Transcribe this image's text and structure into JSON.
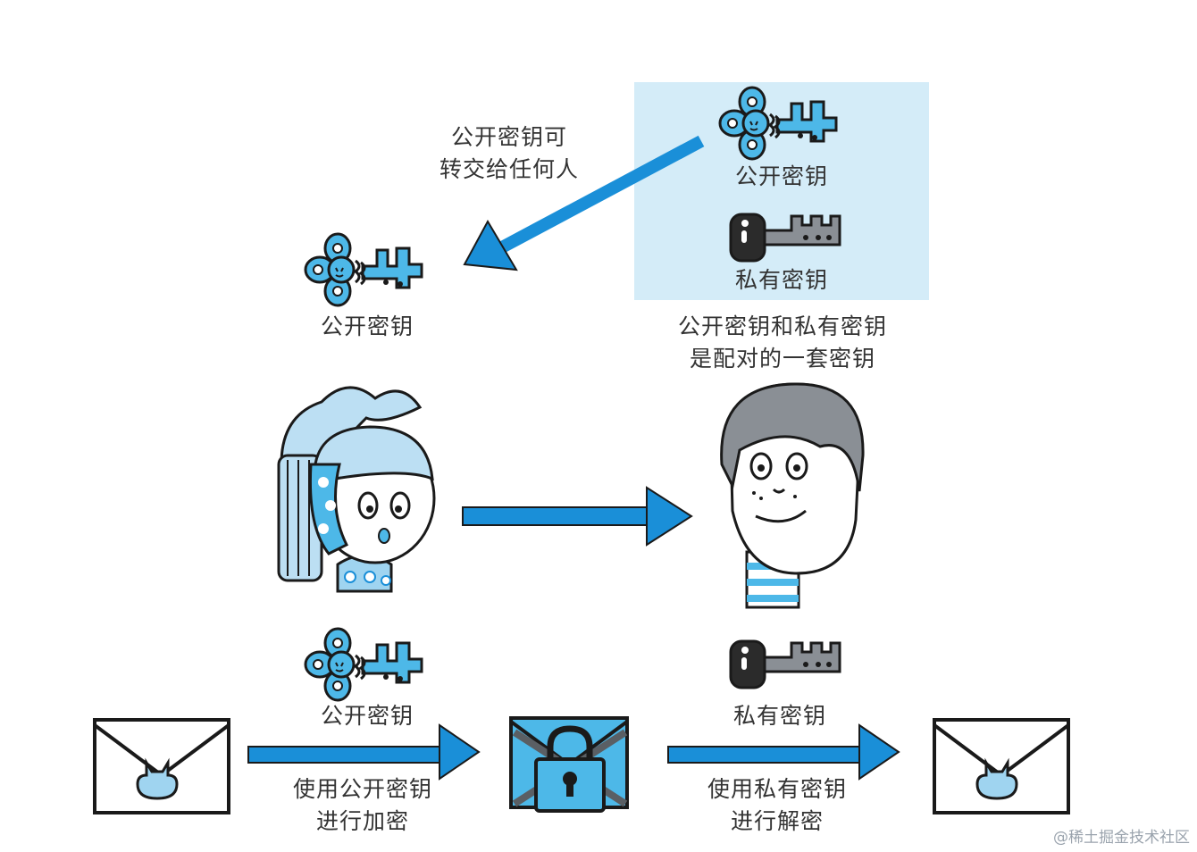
{
  "labels": {
    "public_key_top": "公开密钥",
    "private_key_top": "私有密钥",
    "transfer_note_line1": "公开密钥可",
    "transfer_note_line2": "转交给任何人",
    "public_key_left": "公开密钥",
    "pair_note_line1": "公开密钥和私有密钥",
    "pair_note_line2": "是配对的一套密钥",
    "public_key_bottom": "公开密钥",
    "private_key_bottom": "私有密钥",
    "encrypt_line1": "使用公开密钥",
    "encrypt_line2": "进行加密",
    "decrypt_line1": "使用私有密钥",
    "decrypt_line2": "进行解密"
  },
  "watermark": "@稀土掘金技术社区",
  "colors": {
    "arrow_blue": "#1a8fd8",
    "key_blue": "#4db8e8",
    "panel_blue": "#d4ecf8",
    "private_key_gray": "#8a8f95",
    "private_key_head": "#2b2b2b",
    "ink": "#1a1a1a"
  }
}
